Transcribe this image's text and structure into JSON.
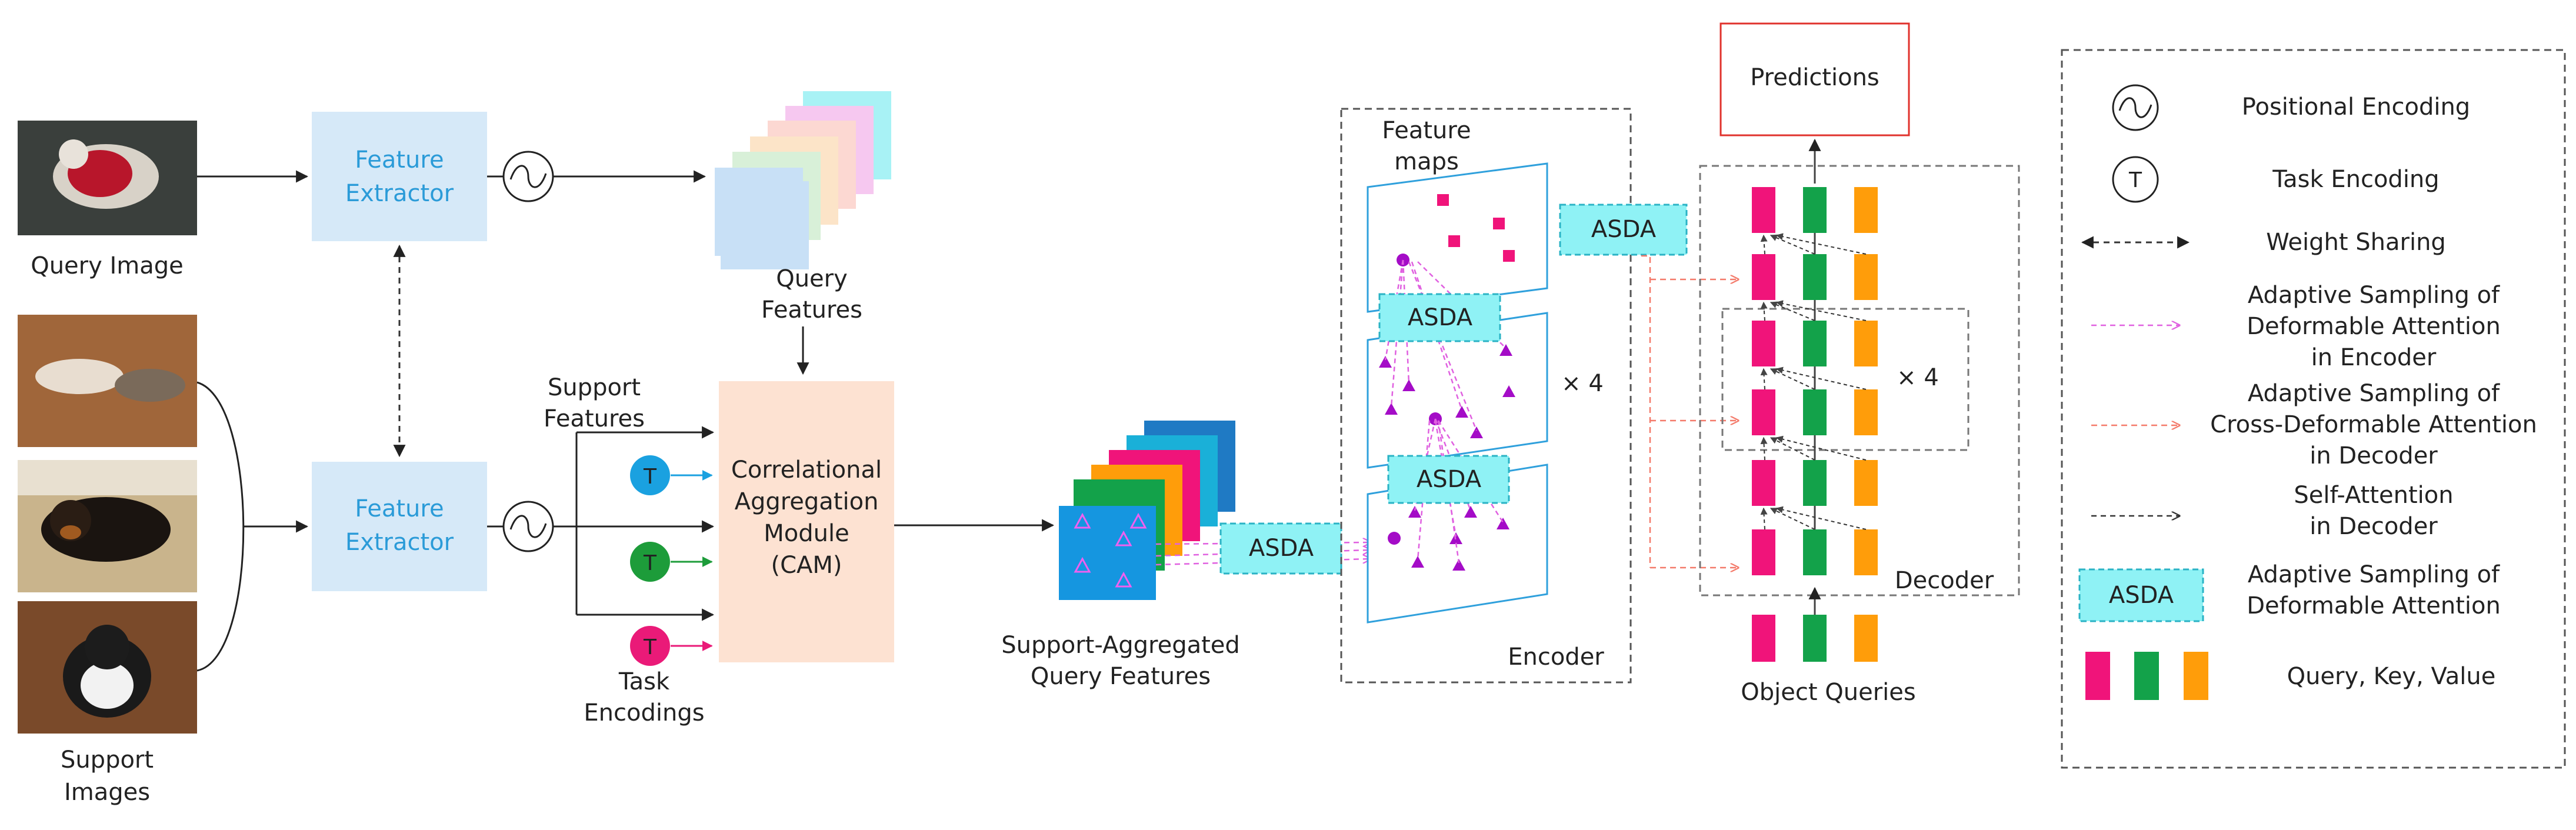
{
  "inputs": {
    "query_image_label": "Query Image",
    "support_images_label": [
      "Support",
      "Images"
    ]
  },
  "extractor": {
    "top_label": [
      "Feature",
      "Extractor"
    ],
    "bottom_label": [
      "Feature",
      "Extractor"
    ]
  },
  "query_features_label": [
    "Query",
    "Features"
  ],
  "support_features_label": [
    "Support",
    "Features"
  ],
  "task_encodings_label": [
    "Task",
    "Encodings"
  ],
  "task_symbol": "T",
  "cam_label": [
    "Correlational",
    "Aggregation",
    "Module",
    "(CAM)"
  ],
  "support_aggregated_label": [
    "Support-Aggregated",
    "Query Features"
  ],
  "asda_label": "ASDA",
  "encoder": {
    "feature_maps_label": [
      "Feature",
      "maps"
    ],
    "repeat_label": "× 4",
    "encoder_label": "Encoder"
  },
  "decoder": {
    "predictions_label": "Predictions",
    "repeat_label": "× 4",
    "decoder_label": "Decoder",
    "object_queries_label": "Object Queries"
  },
  "legend": {
    "positional_encoding": "Positional Encoding",
    "task_encoding": "Task Encoding",
    "weight_sharing": "Weight Sharing",
    "asda_encoder": [
      "Adaptive Sampling of",
      "Deformable Attention",
      "in Encoder"
    ],
    "asda_decoder": [
      "Adaptive Sampling of",
      "Cross-Deformable Attention",
      "in Decoder"
    ],
    "self_attention": [
      "Self-Attention",
      "in Decoder"
    ],
    "asda_box": [
      "Adaptive Sampling of",
      "Deformable Attention"
    ],
    "qkv": "Query, Key, Value"
  },
  "colors": {
    "feature_extractor_fill": "#d6e9f8",
    "feature_extractor_text": "#2b9bd8",
    "cam_fill": "#fde2d2",
    "asda_fill": "#8ff2f5",
    "asda_border": "#2ab3c5",
    "query_magenta": "#f0147a",
    "key_green": "#13a24a",
    "value_orange": "#ff9d0a",
    "task_blue": "#1aa1e0",
    "task_green": "#1d9c3a",
    "task_magenta": "#ea1a78",
    "predictions_border": "#e0322c",
    "feature_map_border": "#2fa0dc",
    "purple_points": "#a40cc7"
  }
}
